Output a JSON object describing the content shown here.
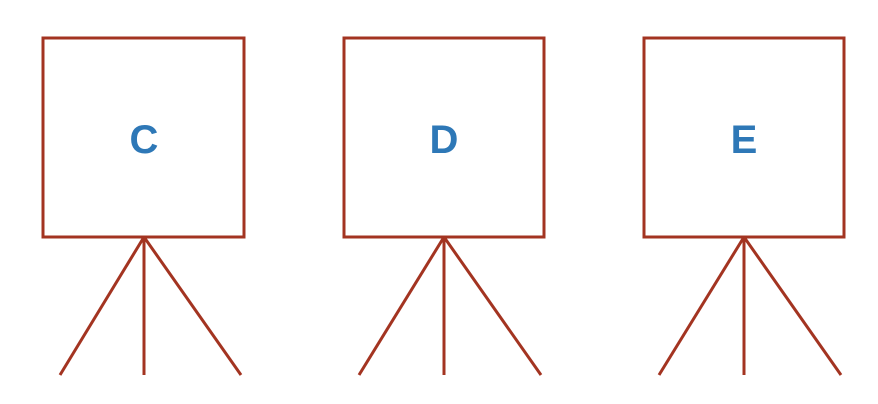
{
  "colors": {
    "frame": "#A33421",
    "label": "#2E78B7",
    "background": "#FFFFFF"
  },
  "boards": [
    {
      "label": "C"
    },
    {
      "label": "D"
    },
    {
      "label": "E"
    }
  ]
}
